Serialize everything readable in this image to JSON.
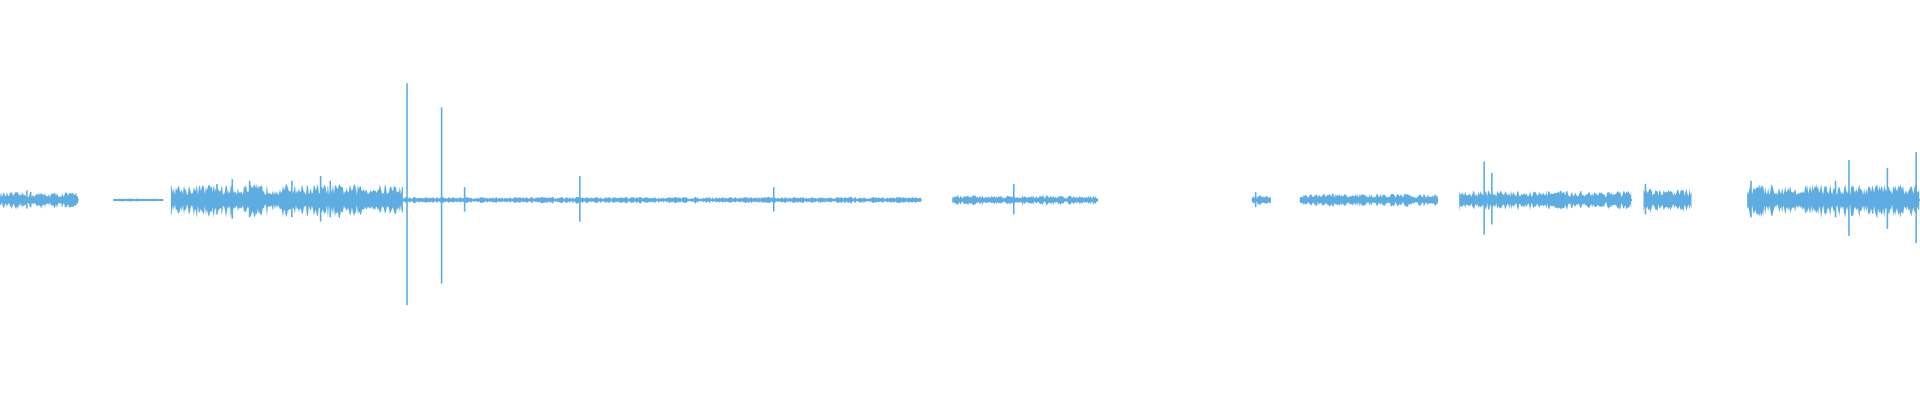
{
  "waveform": {
    "color": "#5dade2",
    "background": "#ffffff",
    "segments": [
      {
        "start": 0.0,
        "end": 0.041,
        "amp": 0.05
      },
      {
        "start": 0.059,
        "end": 0.085,
        "amp": 0.01
      },
      {
        "start": 0.089,
        "end": 0.21,
        "amp": 0.1
      },
      {
        "start": 0.21,
        "end": 0.29,
        "amp": 0.02
      },
      {
        "start": 0.29,
        "end": 0.48,
        "amp": 0.02
      },
      {
        "start": 0.496,
        "end": 0.572,
        "amp": 0.03
      },
      {
        "start": 0.652,
        "end": 0.662,
        "amp": 0.03
      },
      {
        "start": 0.677,
        "end": 0.749,
        "amp": 0.04
      },
      {
        "start": 0.76,
        "end": 0.85,
        "amp": 0.06
      },
      {
        "start": 0.856,
        "end": 0.881,
        "amp": 0.07
      },
      {
        "start": 0.91,
        "end": 1.0,
        "amp": 0.1
      }
    ],
    "spikes": [
      {
        "pos": 0.014,
        "amp": 0.06
      },
      {
        "pos": 0.016,
        "amp": 0.05
      },
      {
        "pos": 0.11,
        "amp": 0.08
      },
      {
        "pos": 0.113,
        "amp": 0.1
      },
      {
        "pos": 0.121,
        "amp": 0.13
      },
      {
        "pos": 0.13,
        "amp": 0.12
      },
      {
        "pos": 0.152,
        "amp": 0.12
      },
      {
        "pos": 0.167,
        "amp": 0.15
      },
      {
        "pos": 0.172,
        "amp": 0.12
      },
      {
        "pos": 0.212,
        "amp": 0.73
      },
      {
        "pos": 0.23,
        "amp": 0.58
      },
      {
        "pos": 0.242,
        "amp": 0.08
      },
      {
        "pos": 0.302,
        "amp": 0.15
      },
      {
        "pos": 0.403,
        "amp": 0.08
      },
      {
        "pos": 0.528,
        "amp": 0.1
      },
      {
        "pos": 0.654,
        "amp": 0.05
      },
      {
        "pos": 0.694,
        "amp": 0.04
      },
      {
        "pos": 0.773,
        "amp": 0.24
      },
      {
        "pos": 0.777,
        "amp": 0.17
      },
      {
        "pos": 0.857,
        "amp": 0.1
      },
      {
        "pos": 0.912,
        "amp": 0.12
      },
      {
        "pos": 0.956,
        "amp": 0.12
      },
      {
        "pos": 0.963,
        "amp": 0.25
      },
      {
        "pos": 0.983,
        "amp": 0.2
      },
      {
        "pos": 0.998,
        "amp": 0.3
      }
    ],
    "dashed_gaps": [
      {
        "start": 0.059,
        "end": 0.085
      },
      {
        "start": 0.341,
        "end": 0.481
      },
      {
        "start": 0.54,
        "end": 0.572
      },
      {
        "start": 0.677,
        "end": 0.749
      },
      {
        "start": 0.858,
        "end": 0.881
      }
    ]
  }
}
